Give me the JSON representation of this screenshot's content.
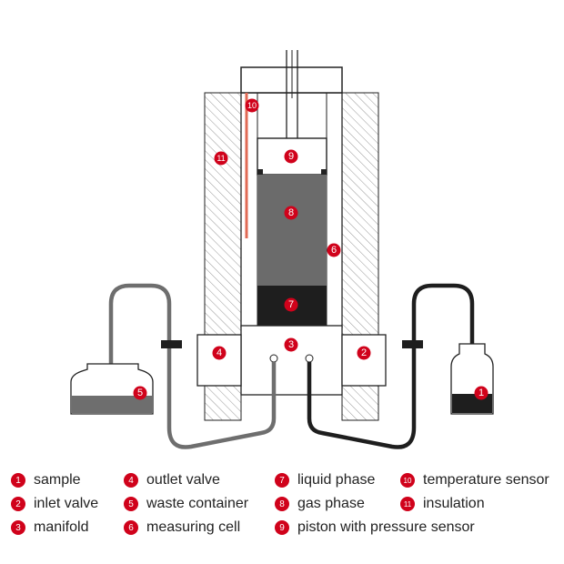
{
  "colors": {
    "marker": "#d0021b",
    "outline": "#222222",
    "gas_phase": "#6b6b6b",
    "liquid_phase": "#1e1e1e",
    "waste_tube": "#6e6e6e",
    "sample_tube": "#1e1e1e",
    "temperature_sensor": "#e06a55",
    "insulation_hatch": "#999999"
  },
  "markers": {
    "m1": "1",
    "m2": "2",
    "m3": "3",
    "m4": "4",
    "m5": "5",
    "m6": "6",
    "m7": "7",
    "m8": "8",
    "m9": "9",
    "m10": "10",
    "m11": "11"
  },
  "legend": [
    {
      "num": "1",
      "label": "sample"
    },
    {
      "num": "2",
      "label": "inlet valve"
    },
    {
      "num": "3",
      "label": "manifold"
    },
    {
      "num": "4",
      "label": "outlet valve"
    },
    {
      "num": "5",
      "label": "waste container"
    },
    {
      "num": "6",
      "label": "measuring cell"
    },
    {
      "num": "7",
      "label": "liquid phase"
    },
    {
      "num": "8",
      "label": "gas phase"
    },
    {
      "num": "9",
      "label": "piston with pressure sensor"
    },
    {
      "num": "10",
      "label": "temperature sensor"
    },
    {
      "num": "11",
      "label": "insulation"
    }
  ]
}
